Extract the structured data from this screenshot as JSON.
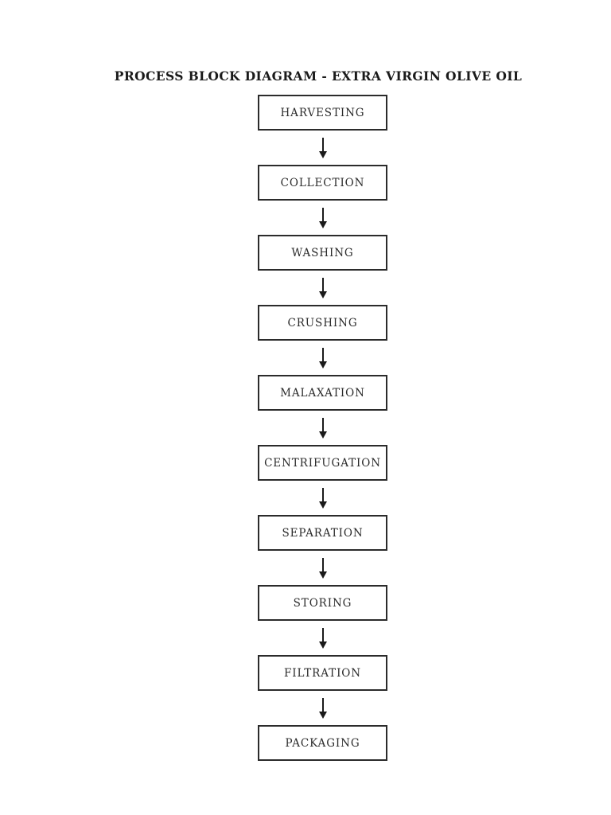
{
  "diagram": {
    "title": "PROCESS BLOCK DIAGRAM - EXTRA VIRGIN OLIVE OIL",
    "type": "flowchart",
    "direction": "top-to-bottom",
    "connector": "arrow-down",
    "steps": [
      {
        "label": "HARVESTING"
      },
      {
        "label": "COLLECTION"
      },
      {
        "label": "WASHING"
      },
      {
        "label": "CRUSHING"
      },
      {
        "label": "MALAXATION"
      },
      {
        "label": "CENTRIFUGATION"
      },
      {
        "label": "SEPARATION"
      },
      {
        "label": "STORING"
      },
      {
        "label": "FILTRATION"
      },
      {
        "label": "PACKAGING"
      }
    ],
    "colors": {
      "background": "#ffffff",
      "box_border": "#2b2b2b",
      "box_fill": "#ffffff",
      "text": "#2b2b2b",
      "title_text": "#1a1a1a",
      "arrow": "#1a1a1a"
    }
  }
}
